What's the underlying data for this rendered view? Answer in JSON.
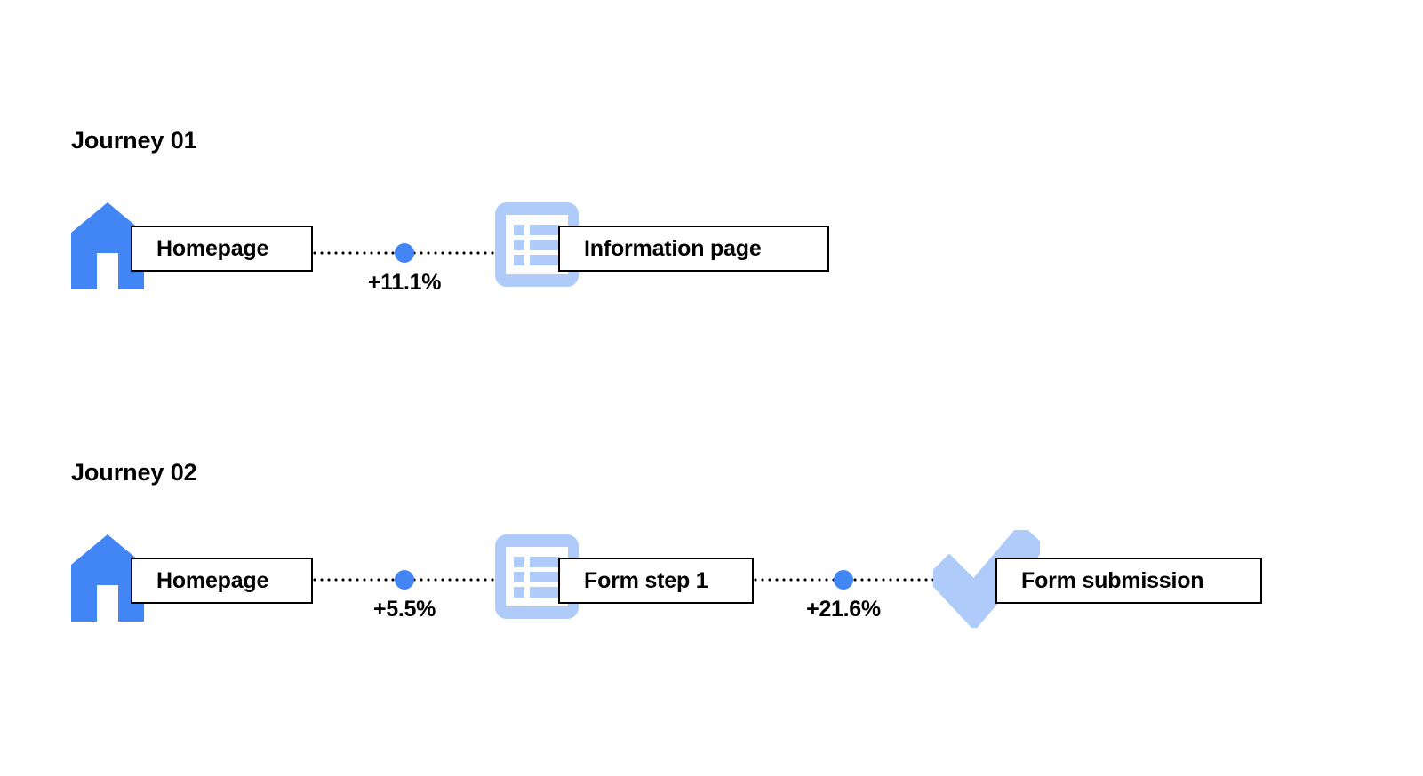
{
  "page": {
    "background": "#ffffff",
    "accent_blue": "#4285F4",
    "accent_blue_light": "#AECBFA",
    "line_color": "#000000"
  },
  "journeys": [
    {
      "title": "Journey 01",
      "steps": [
        {
          "icon": "house-icon",
          "label": "Homepage"
        },
        {
          "icon": "list-page-icon",
          "label": "Information page"
        }
      ],
      "transitions": [
        {
          "label": "+11.1%"
        }
      ]
    },
    {
      "title": "Journey 02",
      "steps": [
        {
          "icon": "house-icon",
          "label": "Homepage"
        },
        {
          "icon": "list-page-icon",
          "label": "Form step 1"
        },
        {
          "icon": "check-icon",
          "label": "Form submission"
        }
      ],
      "transitions": [
        {
          "label": "+5.5%"
        },
        {
          "label": "+21.6%"
        }
      ]
    }
  ]
}
